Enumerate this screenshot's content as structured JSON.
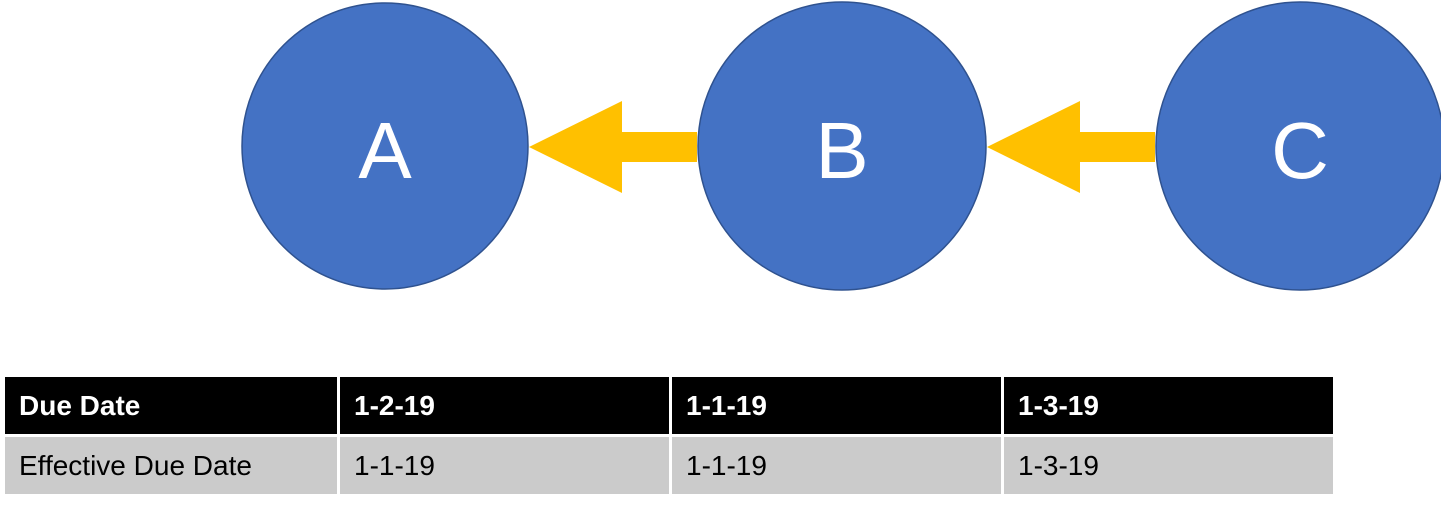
{
  "diagram": {
    "nodes": [
      {
        "id": "A",
        "label": "A"
      },
      {
        "id": "B",
        "label": "B"
      },
      {
        "id": "C",
        "label": "C"
      }
    ],
    "edges": [
      {
        "from": "C",
        "to": "B"
      },
      {
        "from": "B",
        "to": "A"
      }
    ],
    "colors": {
      "node_fill": "#4472c4",
      "node_stroke": "#2f528f",
      "arrow": "#ffc000",
      "label": "#ffffff"
    }
  },
  "table": {
    "header_row": {
      "label": "Due Date",
      "values": [
        "1-2-19",
        "1-1-19",
        "1-3-19"
      ]
    },
    "body_row": {
      "label": "Effective Due Date",
      "values": [
        "1-1-19",
        "1-1-19",
        "1-3-19"
      ]
    },
    "colors": {
      "header_bg": "#000000",
      "header_text": "#ffffff",
      "body_bg": "#cbcbcb",
      "body_text": "#000000"
    }
  }
}
